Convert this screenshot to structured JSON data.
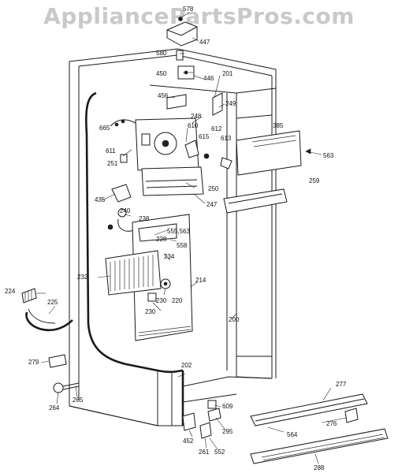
{
  "watermark": "AppliancePartsPros.com",
  "labels": {
    "p578": "578",
    "p447": "447",
    "p580": "580",
    "p450": "450",
    "p446": "446",
    "p201": "201",
    "p456": "456",
    "p249": "249",
    "p248": "248",
    "p610": "610",
    "p665": "665",
    "p611": "611",
    "p615": "615",
    "p612": "612",
    "p613": "613",
    "p385": "385",
    "p563": "563",
    "p251": "251",
    "p259": "259",
    "p250": "250",
    "p435": "435",
    "p247": "247",
    "p240": "240",
    "p238": "238",
    "p555_563": "555,563",
    "p228": "228",
    "p558": "558",
    "p234": "234",
    "p232": "232",
    "p214": "214",
    "p224": "224",
    "p225": "225",
    "p230a": "230",
    "p220": "220",
    "p230b": "230",
    "p200": "200",
    "p279": "279",
    "p202": "202",
    "p277": "277",
    "p264": "264",
    "p265": "265",
    "p609": "609",
    "p295": "295",
    "p452": "452",
    "p261": "261",
    "p552": "552",
    "p276": "276",
    "p564": "564",
    "p288": "288"
  }
}
